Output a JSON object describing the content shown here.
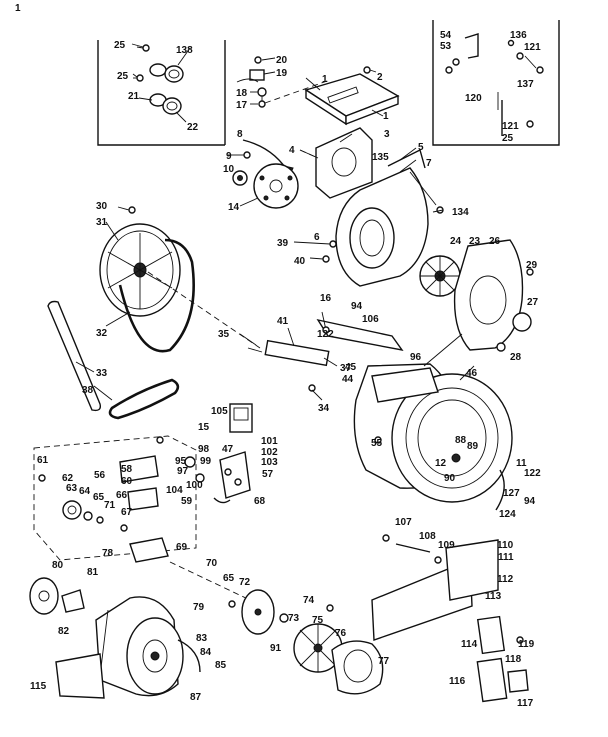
{
  "labels": [
    {
      "id": "tick",
      "text": "1"
    },
    {
      "id": "l25a",
      "text": "25"
    },
    {
      "id": "l138",
      "text": "138"
    },
    {
      "id": "l25b",
      "text": "25"
    },
    {
      "id": "l21",
      "text": "21"
    },
    {
      "id": "l22",
      "text": "22"
    },
    {
      "id": "l20",
      "text": "20"
    },
    {
      "id": "l19",
      "text": "19"
    },
    {
      "id": "l18",
      "text": "18"
    },
    {
      "id": "l17",
      "text": "17"
    },
    {
      "id": "l1a",
      "text": "1"
    },
    {
      "id": "l2",
      "text": "2"
    },
    {
      "id": "l1b",
      "text": "1"
    },
    {
      "id": "l54",
      "text": "54"
    },
    {
      "id": "l53",
      "text": "53"
    },
    {
      "id": "l136",
      "text": "136"
    },
    {
      "id": "l121a",
      "text": "121"
    },
    {
      "id": "l137",
      "text": "137"
    },
    {
      "id": "l120",
      "text": "120"
    },
    {
      "id": "l121b",
      "text": "121"
    },
    {
      "id": "l25c",
      "text": "25"
    },
    {
      "id": "l3",
      "text": "3"
    },
    {
      "id": "l4",
      "text": "4"
    },
    {
      "id": "l5",
      "text": "5"
    },
    {
      "id": "l135",
      "text": "135"
    },
    {
      "id": "l7",
      "text": "7"
    },
    {
      "id": "l8",
      "text": "8"
    },
    {
      "id": "l9",
      "text": "9"
    },
    {
      "id": "l10",
      "text": "10"
    },
    {
      "id": "l14",
      "text": "14"
    },
    {
      "id": "l134",
      "text": "134"
    },
    {
      "id": "l30",
      "text": "30"
    },
    {
      "id": "l31",
      "text": "31"
    },
    {
      "id": "l32",
      "text": "32"
    },
    {
      "id": "l33",
      "text": "33"
    },
    {
      "id": "l38",
      "text": "38"
    },
    {
      "id": "l35",
      "text": "35"
    },
    {
      "id": "l34",
      "text": "34"
    },
    {
      "id": "l37",
      "text": "37"
    },
    {
      "id": "l41",
      "text": "41"
    },
    {
      "id": "l6",
      "text": "6"
    },
    {
      "id": "l39",
      "text": "39"
    },
    {
      "id": "l40",
      "text": "40"
    },
    {
      "id": "l24",
      "text": "24"
    },
    {
      "id": "l23",
      "text": "23"
    },
    {
      "id": "l26",
      "text": "26"
    },
    {
      "id": "l29",
      "text": "29"
    },
    {
      "id": "l27",
      "text": "27"
    },
    {
      "id": "l28",
      "text": "28"
    },
    {
      "id": "l16",
      "text": "16"
    },
    {
      "id": "l94a",
      "text": "94"
    },
    {
      "id": "l106",
      "text": "106"
    },
    {
      "id": "l122a",
      "text": "122"
    },
    {
      "id": "l45",
      "text": "45"
    },
    {
      "id": "l44",
      "text": "44"
    },
    {
      "id": "l96",
      "text": "96"
    },
    {
      "id": "l46",
      "text": "46"
    },
    {
      "id": "l55",
      "text": "55"
    },
    {
      "id": "l88",
      "text": "88"
    },
    {
      "id": "l89",
      "text": "89"
    },
    {
      "id": "l12",
      "text": "12"
    },
    {
      "id": "l90",
      "text": "90"
    },
    {
      "id": "l11",
      "text": "11"
    },
    {
      "id": "l122b",
      "text": "122"
    },
    {
      "id": "l127",
      "text": "127"
    },
    {
      "id": "l94b",
      "text": "94"
    },
    {
      "id": "l124",
      "text": "124"
    },
    {
      "id": "l105",
      "text": "105"
    },
    {
      "id": "l15",
      "text": "15"
    },
    {
      "id": "l101",
      "text": "101"
    },
    {
      "id": "l102",
      "text": "102"
    },
    {
      "id": "l103",
      "text": "103"
    },
    {
      "id": "l57",
      "text": "57"
    },
    {
      "id": "l98",
      "text": "98"
    },
    {
      "id": "l47",
      "text": "47"
    },
    {
      "id": "l95",
      "text": "95"
    },
    {
      "id": "l99",
      "text": "99"
    },
    {
      "id": "l97",
      "text": "97"
    },
    {
      "id": "l104",
      "text": "104"
    },
    {
      "id": "l100",
      "text": "100"
    },
    {
      "id": "l59",
      "text": "59"
    },
    {
      "id": "l68",
      "text": "68"
    },
    {
      "id": "l61",
      "text": "61"
    },
    {
      "id": "l56",
      "text": "56"
    },
    {
      "id": "l58",
      "text": "58"
    },
    {
      "id": "l60",
      "text": "60"
    },
    {
      "id": "l62",
      "text": "62"
    },
    {
      "id": "l63",
      "text": "63"
    },
    {
      "id": "l64",
      "text": "64"
    },
    {
      "id": "l65a",
      "text": "65"
    },
    {
      "id": "l66",
      "text": "66"
    },
    {
      "id": "l71",
      "text": "71"
    },
    {
      "id": "l67",
      "text": "67"
    },
    {
      "id": "l69",
      "text": "69"
    },
    {
      "id": "l78",
      "text": "78"
    },
    {
      "id": "l70",
      "text": "70"
    },
    {
      "id": "l65b",
      "text": "65"
    },
    {
      "id": "l72",
      "text": "72"
    },
    {
      "id": "l80",
      "text": "80"
    },
    {
      "id": "l81",
      "text": "81"
    },
    {
      "id": "l82",
      "text": "82"
    },
    {
      "id": "l79",
      "text": "79"
    },
    {
      "id": "l74",
      "text": "74"
    },
    {
      "id": "l73",
      "text": "73"
    },
    {
      "id": "l75",
      "text": "75"
    },
    {
      "id": "l76",
      "text": "76"
    },
    {
      "id": "l77",
      "text": "77"
    },
    {
      "id": "l91",
      "text": "91"
    },
    {
      "id": "l83",
      "text": "83"
    },
    {
      "id": "l84",
      "text": "84"
    },
    {
      "id": "l85",
      "text": "85"
    },
    {
      "id": "l87",
      "text": "87"
    },
    {
      "id": "l115",
      "text": "115"
    },
    {
      "id": "l107",
      "text": "107"
    },
    {
      "id": "l108",
      "text": "108"
    },
    {
      "id": "l109",
      "text": "109"
    },
    {
      "id": "l110",
      "text": "110"
    },
    {
      "id": "l111",
      "text": "111"
    },
    {
      "id": "l112",
      "text": "112"
    },
    {
      "id": "l113",
      "text": "113"
    },
    {
      "id": "l114",
      "text": "114"
    },
    {
      "id": "l119",
      "text": "119"
    },
    {
      "id": "l118",
      "text": "118"
    },
    {
      "id": "l116",
      "text": "116"
    },
    {
      "id": "l117",
      "text": "117"
    }
  ]
}
